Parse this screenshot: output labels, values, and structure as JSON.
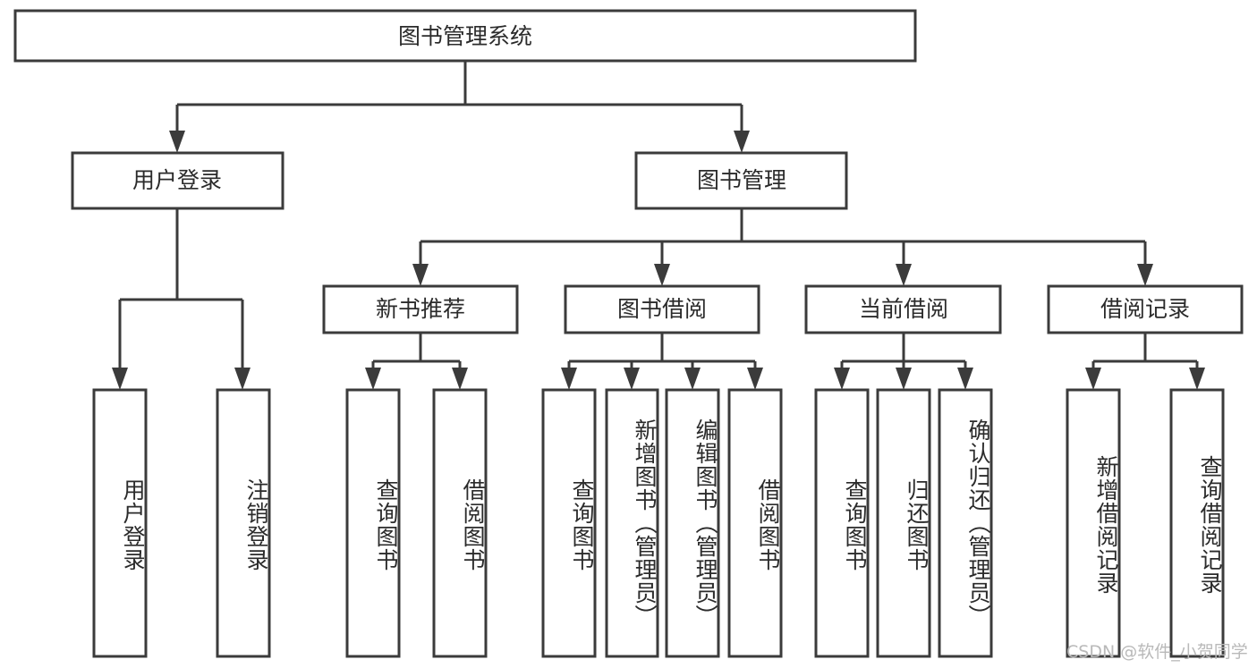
{
  "diagram": {
    "title": "图书管理系统",
    "type": "hierarchy-tree",
    "orientation": "top-down",
    "colors": {
      "box_fill": "#ffffff",
      "box_stroke": "#3b3b3b",
      "edge": "#3b3b3b",
      "text": "#2b2b2b",
      "background": "#ffffff",
      "watermark": "#b9b9b9"
    },
    "levels": [
      {
        "level": 1,
        "nodes": [
          {
            "id": "root",
            "label": "图书管理系统",
            "text_orientation": "horizontal"
          }
        ]
      },
      {
        "level": 2,
        "nodes": [
          {
            "id": "user-login",
            "label": "用户登录",
            "parent": "root",
            "text_orientation": "horizontal"
          },
          {
            "id": "book-manage",
            "label": "图书管理",
            "parent": "root",
            "text_orientation": "horizontal"
          }
        ]
      },
      {
        "level": 3,
        "nodes": [
          {
            "id": "new-book-recommend",
            "label": "新书推荐",
            "parent": "book-manage",
            "text_orientation": "horizontal"
          },
          {
            "id": "book-borrow",
            "label": "图书借阅",
            "parent": "book-manage",
            "text_orientation": "horizontal"
          },
          {
            "id": "current-borrow",
            "label": "当前借阅",
            "parent": "book-manage",
            "text_orientation": "horizontal"
          },
          {
            "id": "borrow-record",
            "label": "借阅记录",
            "parent": "book-manage",
            "text_orientation": "horizontal"
          }
        ]
      },
      {
        "level": 4,
        "nodes": [
          {
            "id": "leaf-user-login",
            "label": "用户登录",
            "parent": "user-login",
            "text_orientation": "vertical"
          },
          {
            "id": "leaf-user-logout",
            "label": "注销登录",
            "parent": "user-login",
            "text_orientation": "vertical"
          },
          {
            "id": "leaf-query-book-1",
            "label": "查询图书",
            "parent": "new-book-recommend",
            "text_orientation": "vertical"
          },
          {
            "id": "leaf-borrow-book-1",
            "label": "借阅图书",
            "parent": "new-book-recommend",
            "text_orientation": "vertical"
          },
          {
            "id": "leaf-query-book-2",
            "label": "查询图书",
            "parent": "book-borrow",
            "text_orientation": "vertical"
          },
          {
            "id": "leaf-add-book",
            "label": "新增图书（管理员）",
            "parent": "book-borrow",
            "text_orientation": "vertical"
          },
          {
            "id": "leaf-edit-book",
            "label": "编辑图书（管理员）",
            "parent": "book-borrow",
            "text_orientation": "vertical"
          },
          {
            "id": "leaf-borrow-book-2",
            "label": "借阅图书",
            "parent": "book-borrow",
            "text_orientation": "vertical"
          },
          {
            "id": "leaf-query-book-3",
            "label": "查询图书",
            "parent": "current-borrow",
            "text_orientation": "vertical"
          },
          {
            "id": "leaf-return-book",
            "label": "归还图书",
            "parent": "current-borrow",
            "text_orientation": "vertical"
          },
          {
            "id": "leaf-confirm-return",
            "label": "确认归还（管理员）",
            "parent": "current-borrow",
            "text_orientation": "vertical"
          },
          {
            "id": "leaf-add-record",
            "label": "新增借阅记录",
            "parent": "borrow-record",
            "text_orientation": "vertical"
          },
          {
            "id": "leaf-query-record",
            "label": "查询借阅记录",
            "parent": "borrow-record",
            "text_orientation": "vertical"
          }
        ]
      }
    ]
  },
  "watermark": {
    "text": "CSDN @软件_小贺同学"
  }
}
